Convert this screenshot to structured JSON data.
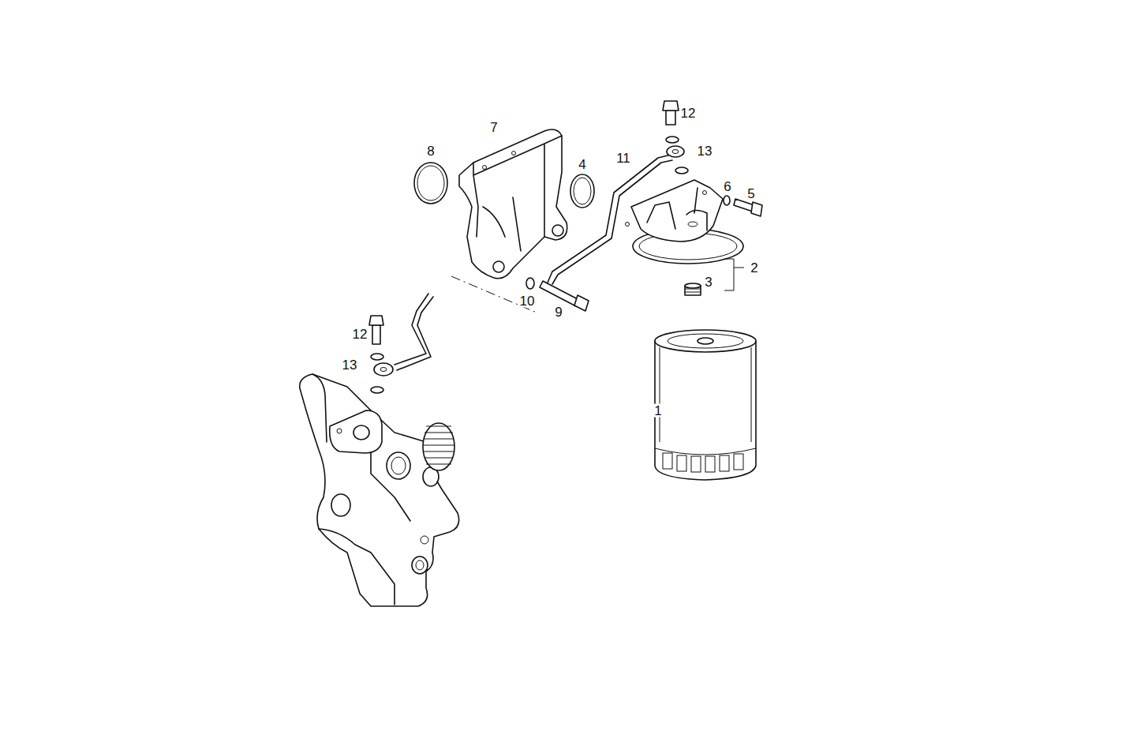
{
  "diagram": {
    "labels": [
      "12",
      "13",
      "7",
      "8",
      "4",
      "11",
      "6",
      "5",
      "2",
      "3",
      "10",
      "9",
      "12",
      "13",
      "1"
    ]
  }
}
